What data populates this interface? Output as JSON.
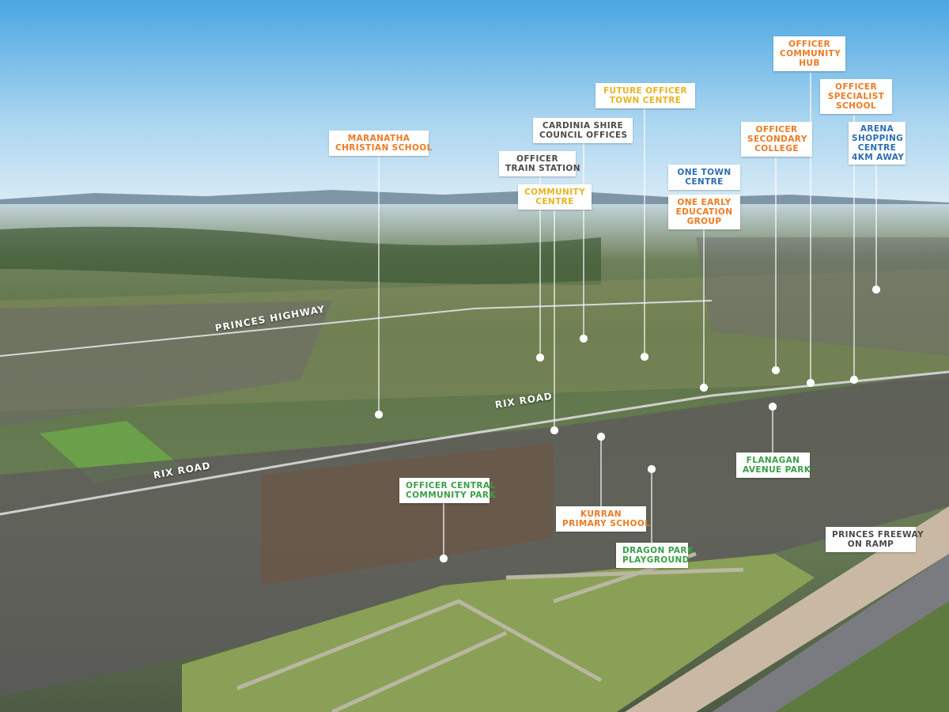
{
  "colors": {
    "orange": "#ee7a22",
    "gold": "#e9b320",
    "blue": "#2a6db5",
    "green": "#3aa046",
    "grey": "#4a4a4a"
  },
  "roads": {
    "princes_highway": "PRINCES HIGHWAY",
    "rix_road_1": "RIX ROAD",
    "rix_road_2": "RIX ROAD"
  },
  "labels": {
    "maranatha": [
      "MARANATHA",
      "CHRISTIAN SCHOOL"
    ],
    "train_station": [
      "OFFICER",
      "TRAIN STATION"
    ],
    "council": [
      "CARDINIA SHIRE",
      "COUNCIL OFFICES"
    ],
    "community_centre": [
      "COMMUNITY",
      "CENTRE"
    ],
    "future_town_centre": [
      "FUTURE OFFICER",
      "TOWN CENTRE"
    ],
    "one_town_centre": [
      "ONE TOWN",
      "CENTRE"
    ],
    "one_early": [
      "ONE EARLY",
      "EDUCATION",
      "GROUP"
    ],
    "secondary_college": [
      "OFFICER",
      "SECONDARY",
      "COLLEGE"
    ],
    "community_hub": [
      "OFFICER",
      "COMMUNITY",
      "HUB"
    ],
    "specialist_school": [
      "OFFICER",
      "SPECIALIST",
      "SCHOOL"
    ],
    "arena": [
      "ARENA",
      "SHOPPING",
      "CENTRE",
      "4KM AWAY"
    ],
    "central_park": [
      "OFFICER CENTRAL",
      "COMMUNITY PARK"
    ],
    "kurran": [
      "KURRAN",
      "PRIMARY SCHOOL"
    ],
    "dragon_park": [
      "DRAGON PARK",
      "PLAYGROUND"
    ],
    "flanagan": [
      "FLANAGAN",
      "AVENUE PARK"
    ],
    "freeway": [
      "PRINCES FREEWAY",
      "ON RAMP"
    ]
  }
}
